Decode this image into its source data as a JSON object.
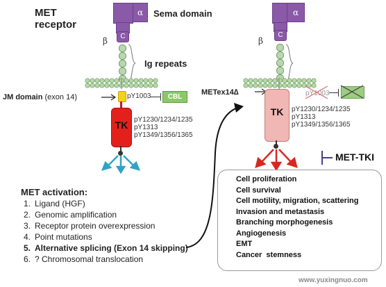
{
  "left": {
    "title": "MET\nreceptor",
    "alpha": "α",
    "beta": "β",
    "c_label": "C",
    "sema_label": "Sema domain",
    "ig_label": "Ig repeats",
    "jm_label": "JM domain",
    "jm_exon": "(exon 14)",
    "py1003": "pY1003",
    "cbl": "CBL",
    "tk": "TK",
    "sites": [
      "pY1230/1234/1235",
      "pY1313",
      "pY1349/1356/1365"
    ]
  },
  "right": {
    "alpha": "α",
    "beta": "β",
    "c_label": "C",
    "metex14": "METex14∆",
    "py_crossed": "pY1003",
    "tk": "TK",
    "sites": [
      "pY1230/1234/1235",
      "pY1313",
      "pY1349/1356/1365"
    ],
    "met_tki": "MET-TKI"
  },
  "activation": {
    "title": "MET activation:",
    "items": [
      {
        "num": "1.",
        "text": "Ligand (HGF)"
      },
      {
        "num": "2.",
        "text": "Genomic amplification"
      },
      {
        "num": "3.",
        "text": "Receptor protein overexpression"
      },
      {
        "num": "4.",
        "text": "Point mutations"
      },
      {
        "num": "5.",
        "text": "Alternative splicing (Exon 14 skipping)"
      },
      {
        "num": "6.",
        "text": "? Chromosomal translocation"
      }
    ]
  },
  "effects": [
    "Cell proliferation",
    "Cell survival",
    "Cell motility, migration, scattering",
    "Invasion and metastasis",
    "Branching morphogenesis",
    "Angiogenesis",
    "EMT",
    "Cancer  stemness"
  ],
  "watermark": "www.yuxingnuo.com",
  "colors": {
    "purple": "#8a5aa8",
    "ig_green": "#b9d7b0",
    "membrane": "#9bc48a",
    "jm_yellow": "#f2d21a",
    "cbl_green": "#8cc86a",
    "tk_red": "#e3211c",
    "tk_pink": "#f0b7b4",
    "arrow_blue": "#2fa3c6",
    "arrow_red": "#d7281f",
    "tki_purple": "#4b3c8e"
  }
}
